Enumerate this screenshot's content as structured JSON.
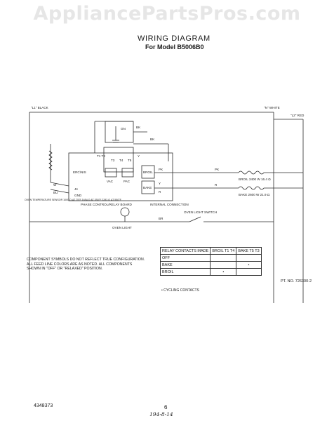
{
  "watermark": "AppliancePartsPros.com",
  "title": "WIRING DIAGRAM",
  "subtitle": "For Model B5006B0",
  "labels": {
    "l1_black": "\"L1\" BLACK",
    "n_white": "\"N\" WHITE",
    "l2_red": "\"L2\" RED",
    "gn": "GN",
    "bk_top": "BK",
    "bk_mid": "BK",
    "t1_t2": "T1 T2",
    "t3": "T3",
    "t4": "T4",
    "t5": "T5",
    "y_top": "Y",
    "y_mid": "Y",
    "pk_left": "PK",
    "pk_right": "PK",
    "r_mid": "R",
    "r_right": "R",
    "w": "W",
    "bu": "BU",
    "j4_0": "J4",
    "gnd": "GND",
    "broil_relay": "BROIL",
    "bake_relay": "BAKE",
    "vac": "VAC",
    "pac": "PAC",
    "ercnis": "ERC\\NIS",
    "oven_temp_sensor": "OVEN TEMPERATURE SENSOR 1000 Ω AT 75°F 1654 Ω AT 350°F 2283 Ω AT 550°F",
    "control_board": "PHASE CONTROL/RELAY BOARD",
    "internal_connection": "INTERNAL CONNECTION",
    "broil_element": "BROIL 3400 W 16.4 Ω",
    "bake_element": "BAKE 2600 W 21.9 Ω",
    "br": "BR",
    "oven_light_switch": "OVEN LIGHT SWITCH",
    "oven_light": "OVEN LIGHT"
  },
  "relay_table": {
    "headers": [
      "RELAY CONTACTS MADE",
      "BROIL T1 T4",
      "BAKE T5 T3"
    ],
    "rows": [
      {
        "mode": "OFF",
        "broil": "",
        "bake": ""
      },
      {
        "mode": "BAKE",
        "broil": "",
        "bake": "•"
      },
      {
        "mode": "BROIL",
        "broil": "•",
        "bake": ""
      }
    ],
    "footnote": "• CYCLING CONTACTS"
  },
  "component_note": "COMPONENT SYMBOLS DO NOT REFLECT TRUE CONFIGURATION. ALL FEED LINE COLORS ARE AS NOTED. ALL COMPONENTS SHOWN IN \"OFF\" OR \"RELAXED\" POSITION.",
  "part_number": "PT. NO. 726300-2",
  "doc_number": "4348373",
  "page_number": "6",
  "handwritten": "194-8-14"
}
